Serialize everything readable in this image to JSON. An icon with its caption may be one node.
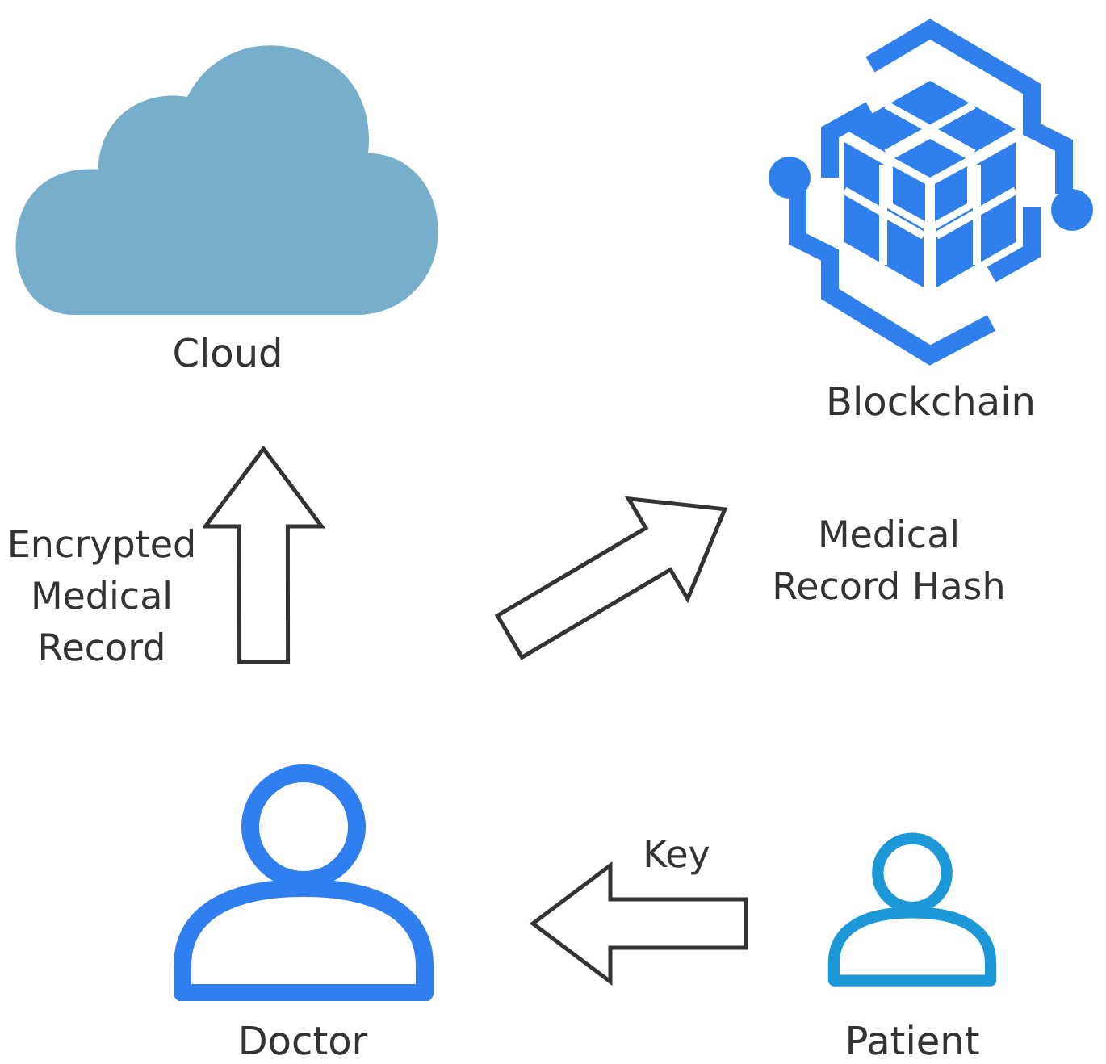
{
  "diagram": {
    "nodes": [
      {
        "text": [
          "Cloud"
        ]
      },
      {
        "text": [
          "Blockchain"
        ]
      },
      {
        "text": [
          "Doctor"
        ]
      },
      {
        "text": [
          "Patient"
        ]
      }
    ],
    "edges": [
      {
        "from": 2,
        "to": 0,
        "arrow": "to",
        "label": "Encrypted Medical Record"
      },
      {
        "from": 2,
        "to": 1,
        "arrow": "to",
        "label": "Medical Record Hash"
      },
      {
        "from": 3,
        "to": 2,
        "arrow": "to",
        "label": "Key"
      }
    ]
  }
}
